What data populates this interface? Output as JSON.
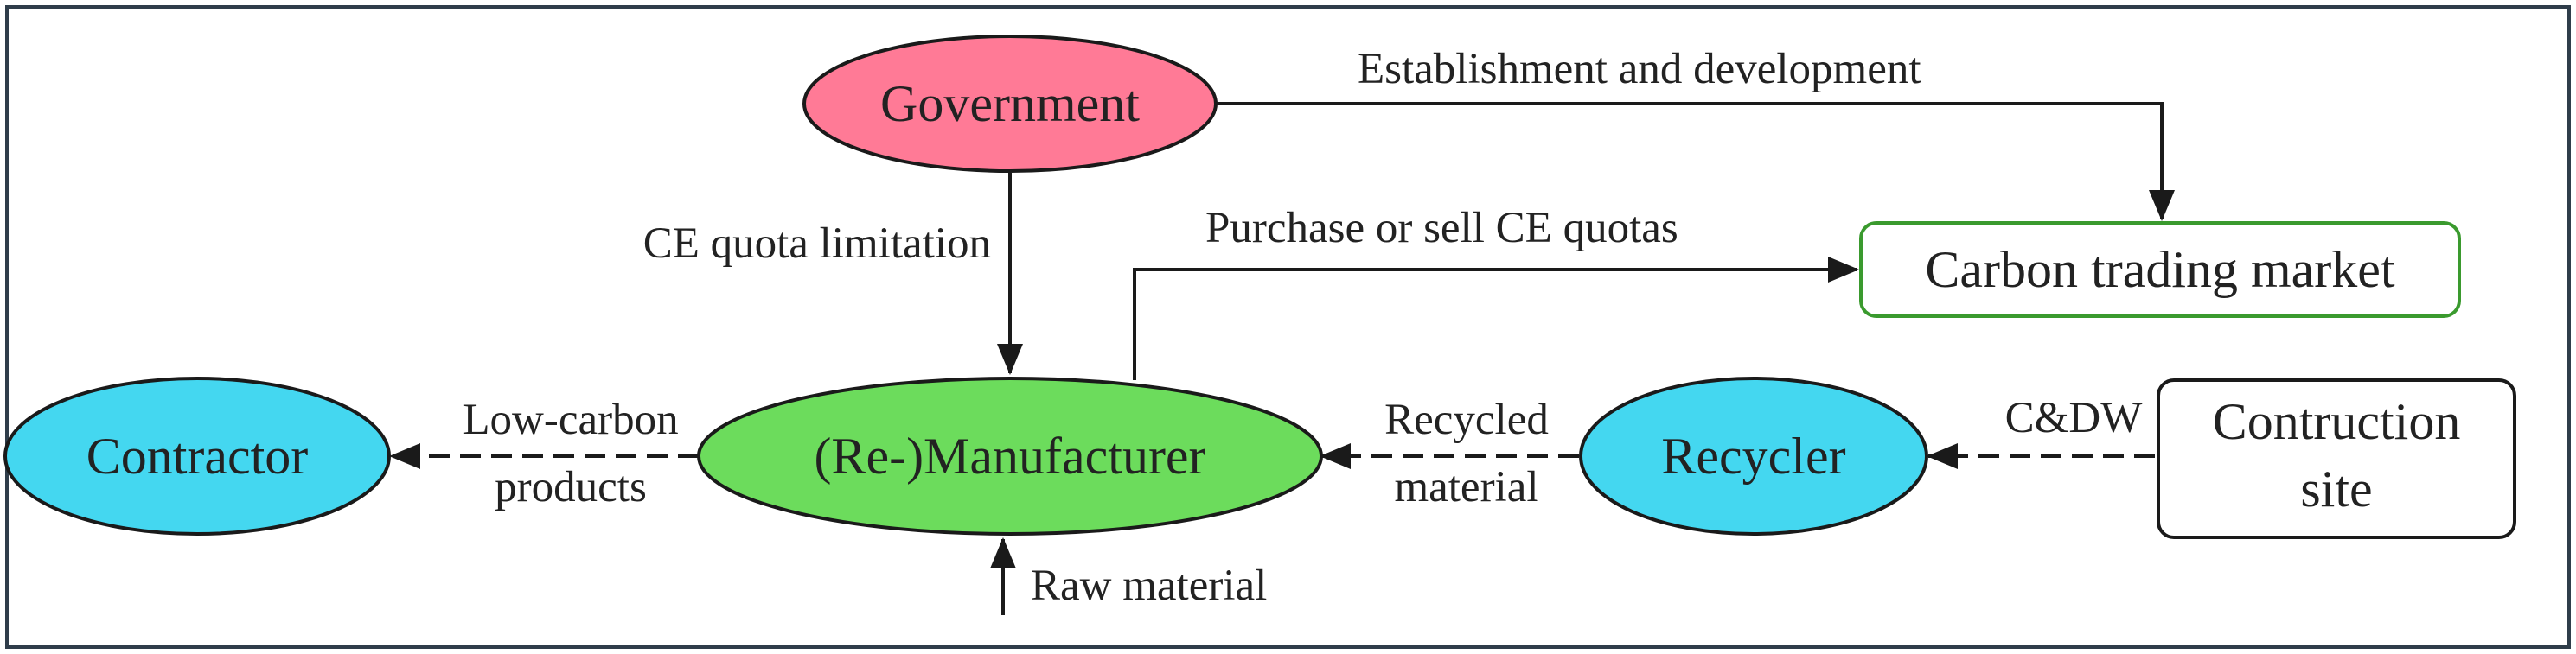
{
  "colors": {
    "government": "#ff7a96",
    "manufacturer": "#6cdc5c",
    "recycler": "#44d7f0",
    "contractor": "#44d7f0",
    "market_border": "#3a9a2e",
    "outline": "#1a1a1a",
    "frame": "#2f3d4a"
  },
  "nodes": {
    "government": "Government",
    "manufacturer": "(Re-)Manufacturer",
    "recycler": "Recycler",
    "contractor": "Contractor",
    "market": "Carbon trading market",
    "site_line1": "Contruction",
    "site_line2": "site"
  },
  "edges": {
    "establishment": "Establishment and development",
    "quota_limit": "CE quota limitation",
    "purchase": "Purchase or sell CE quotas",
    "lowcarbon_line1": "Low-carbon",
    "lowcarbon_line2": "products",
    "recycled_line1": "Recycled",
    "recycled_line2": "material",
    "cdw": "C&DW",
    "raw": "Raw material"
  }
}
